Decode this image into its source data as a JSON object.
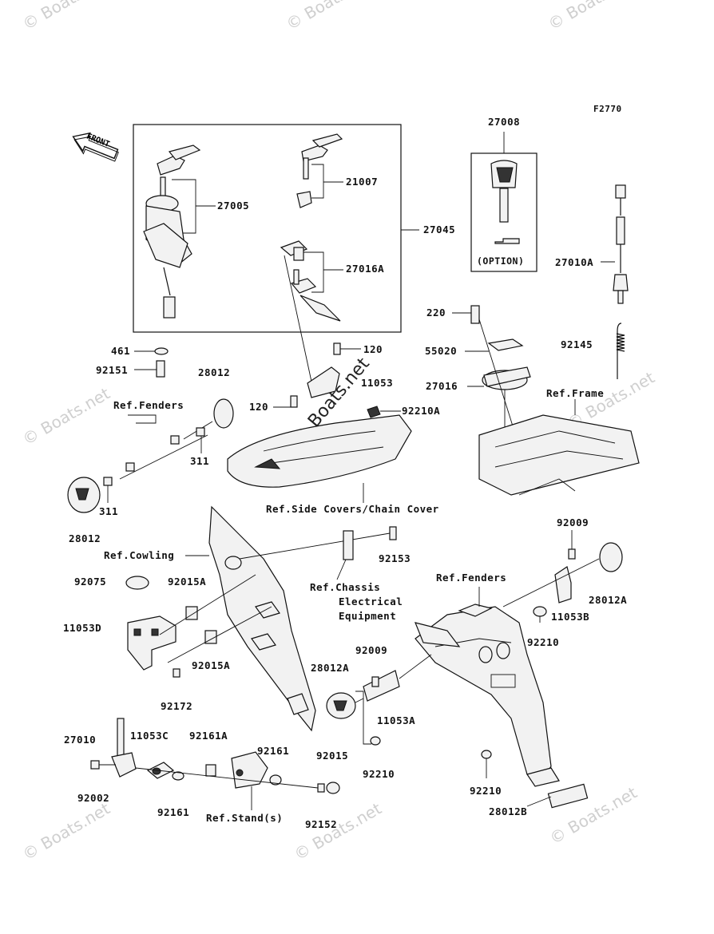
{
  "figure_code": "F2770",
  "front_label": "FRONT",
  "option_label": "(OPTION)",
  "watermark": "© Boats.net",
  "labels": [
    {
      "id": "l-27008",
      "text": "27008"
    },
    {
      "id": "l-27005",
      "text": "27005"
    },
    {
      "id": "l-21007",
      "text": "21007"
    },
    {
      "id": "l-27045",
      "text": "27045"
    },
    {
      "id": "l-27016a",
      "text": "27016A"
    },
    {
      "id": "l-27010a",
      "text": "27010A"
    },
    {
      "id": "l-220",
      "text": "220"
    },
    {
      "id": "l-55020",
      "text": "55020"
    },
    {
      "id": "l-92145",
      "text": "92145"
    },
    {
      "id": "l-461",
      "text": "461"
    },
    {
      "id": "l-120a",
      "text": "120"
    },
    {
      "id": "l-92151",
      "text": "92151"
    },
    {
      "id": "l-11053",
      "text": "11053"
    },
    {
      "id": "l-27016",
      "text": "27016"
    },
    {
      "id": "l-28012a-top",
      "text": "28012"
    },
    {
      "id": "l-ref-frame",
      "text": "Ref.Frame"
    },
    {
      "id": "l-ref-fenders1",
      "text": "Ref.Fenders"
    },
    {
      "id": "l-120b",
      "text": "120"
    },
    {
      "id": "l-92210a",
      "text": "92210A"
    },
    {
      "id": "l-311a",
      "text": "311"
    },
    {
      "id": "l-311b",
      "text": "311"
    },
    {
      "id": "l-ref-side",
      "text": "Ref.Side Covers/Chain Cover"
    },
    {
      "id": "l-28012b",
      "text": "28012"
    },
    {
      "id": "l-92009a",
      "text": "92009"
    },
    {
      "id": "l-ref-cowling",
      "text": "Ref.Cowling"
    },
    {
      "id": "l-92153",
      "text": "92153"
    },
    {
      "id": "l-ref-fenders2",
      "text": "Ref.Fenders"
    },
    {
      "id": "l-92075",
      "text": "92075"
    },
    {
      "id": "l-92015a-1",
      "text": "92015A"
    },
    {
      "id": "l-ref-chassis1",
      "text": "Ref.Chassis"
    },
    {
      "id": "l-ref-chassis2",
      "text": "Electrical"
    },
    {
      "id": "l-ref-chassis3",
      "text": "Equipment"
    },
    {
      "id": "l-28012a-r",
      "text": "28012A"
    },
    {
      "id": "l-11053b",
      "text": "11053B"
    },
    {
      "id": "l-11053d",
      "text": "11053D"
    },
    {
      "id": "l-92210-r",
      "text": "92210"
    },
    {
      "id": "l-92009b",
      "text": "92009"
    },
    {
      "id": "l-92015a-2",
      "text": "92015A"
    },
    {
      "id": "l-28012a-m",
      "text": "28012A"
    },
    {
      "id": "l-92172",
      "text": "92172"
    },
    {
      "id": "l-11053a",
      "text": "11053A"
    },
    {
      "id": "l-27010",
      "text": "27010"
    },
    {
      "id": "l-11053c",
      "text": "11053C"
    },
    {
      "id": "l-92161a",
      "text": "92161A"
    },
    {
      "id": "l-92161-r",
      "text": "92161"
    },
    {
      "id": "l-92015",
      "text": "92015"
    },
    {
      "id": "l-92210-m",
      "text": "92210"
    },
    {
      "id": "l-92002",
      "text": "92002"
    },
    {
      "id": "l-92161-l",
      "text": "92161"
    },
    {
      "id": "l-ref-stand",
      "text": "Ref.Stand(s)"
    },
    {
      "id": "l-92152",
      "text": "92152"
    },
    {
      "id": "l-92210-b",
      "text": "92210"
    },
    {
      "id": "l-28012b-b",
      "text": "28012B"
    }
  ]
}
